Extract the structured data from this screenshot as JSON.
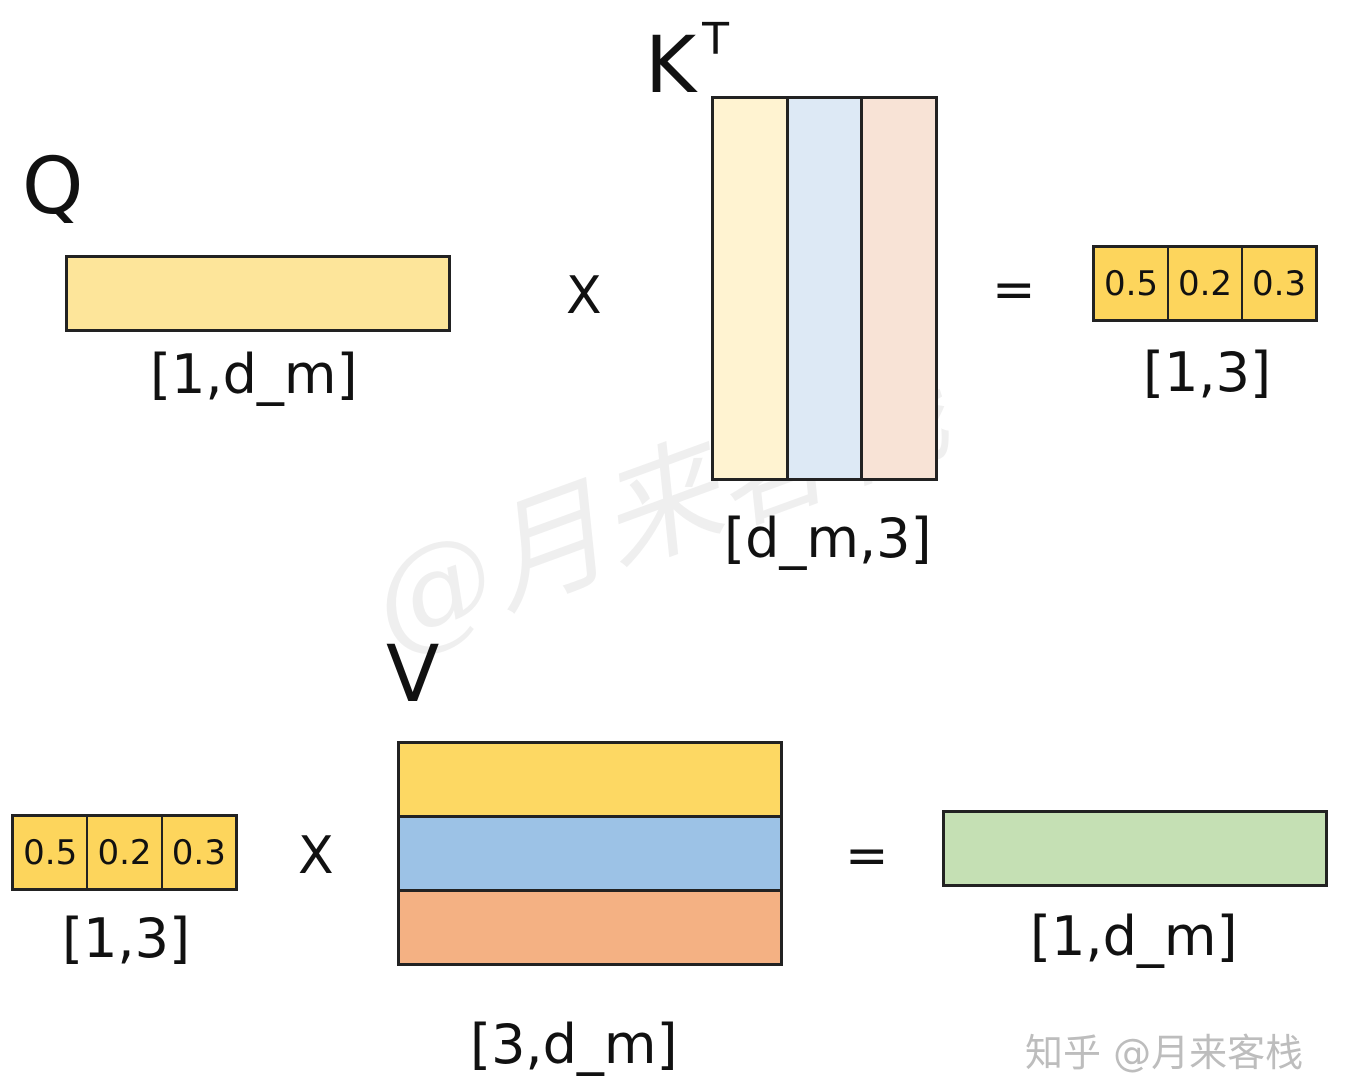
{
  "labels": {
    "q": "Q",
    "k": "K",
    "k_sup": "T",
    "v": "V",
    "times": "X",
    "equals": "="
  },
  "dims": {
    "q": "[1,d_m]",
    "kt": "[d_m,3]",
    "scores_top": "[1,3]",
    "scores_bottom": "[1,3]",
    "v": "[3,d_m]",
    "out": "[1,d_m]"
  },
  "scores": [
    "0.5",
    "0.2",
    "0.3"
  ],
  "colors": {
    "q_fill": "#fde59a",
    "kt_stripes": [
      "#fff3d1",
      "#dde9f5",
      "#f8e3d6"
    ],
    "v_stripes": [
      "#fdd863",
      "#9cc2e6",
      "#f4b183"
    ],
    "score_fill": "#fdd55c",
    "out_fill": "#c5e0b4"
  },
  "watermark": {
    "center": "@月来客栈",
    "footer": "知乎 @月来客栈"
  }
}
